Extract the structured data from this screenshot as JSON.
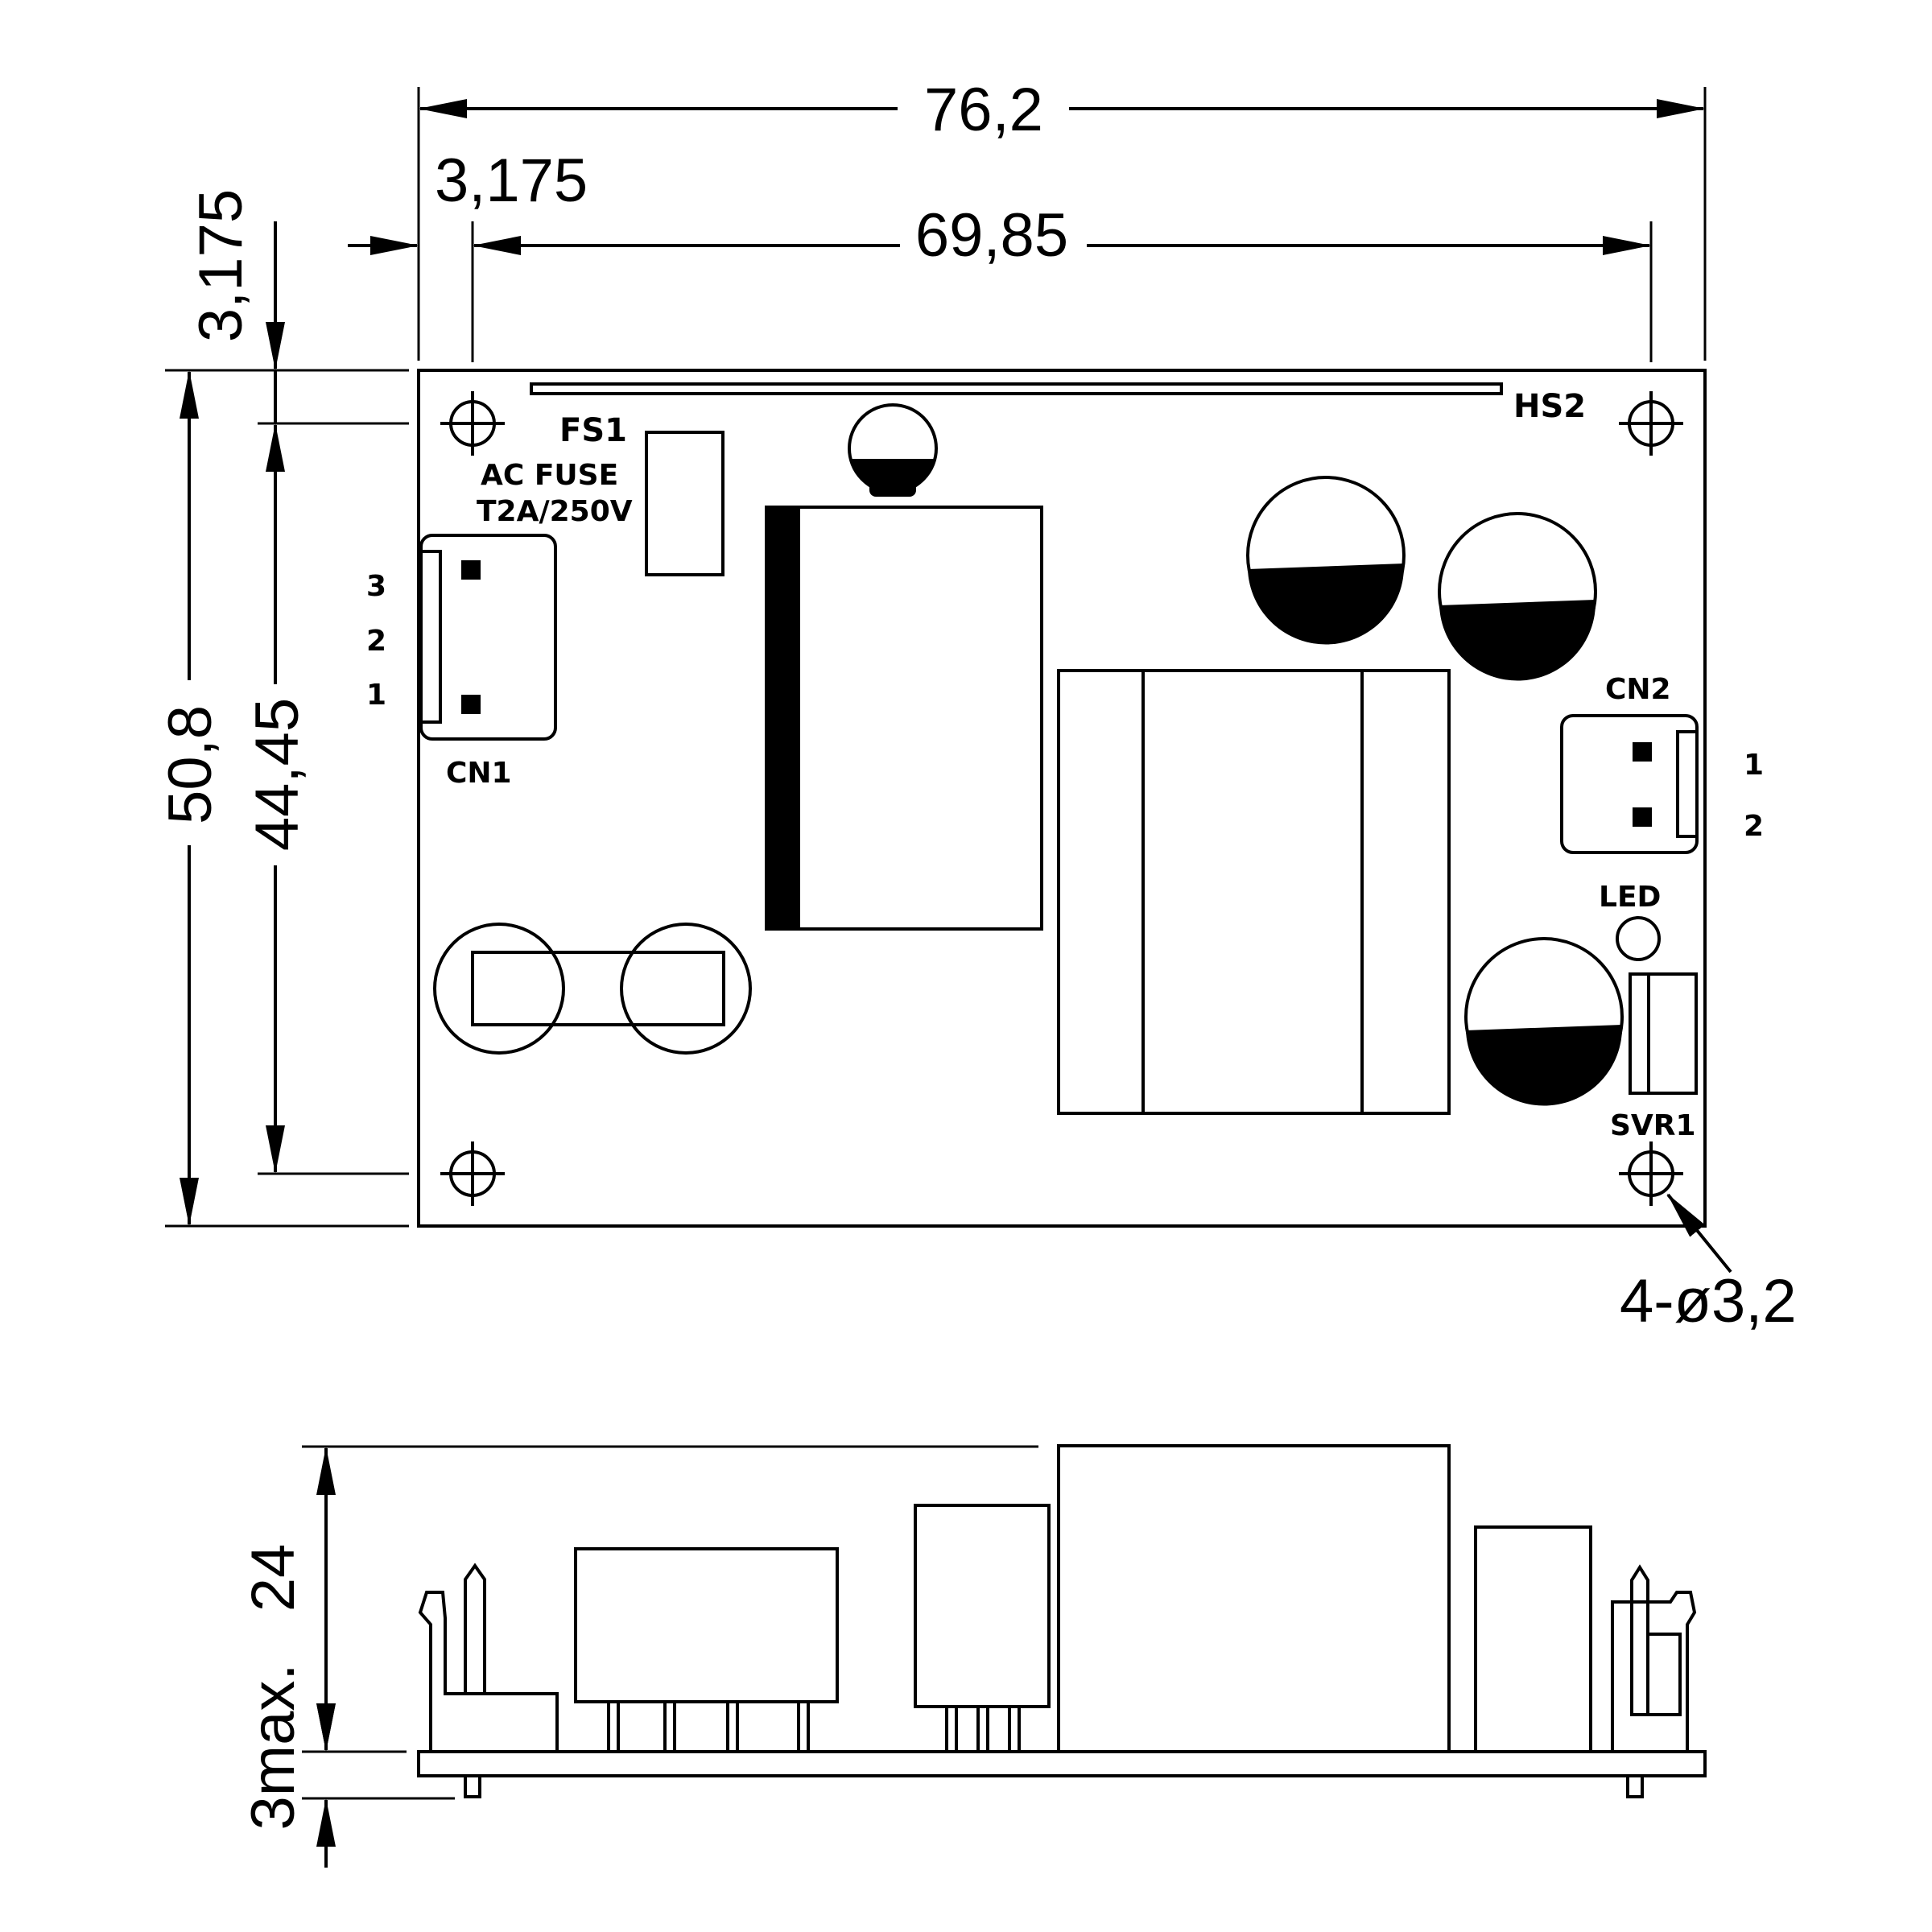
{
  "dimensions": {
    "overall_width": "76,2",
    "hole_offset_x": "3,175",
    "hole_spacing_x": "69,85",
    "hole_offset_y": "3,175",
    "overall_height": "50,8",
    "hole_spacing_y": "44,45",
    "mounting_holes": "4-ø3,2",
    "component_height": "24",
    "pin_protrusion": "3max."
  },
  "labels": {
    "fs1": "FS1",
    "ac_fuse": "AC FUSE",
    "fuse_rating": "T2A/250V",
    "hs2": "HS2",
    "cn1": "CN1",
    "cn1_pins": [
      "3",
      "2",
      "1"
    ],
    "cn2": "CN2",
    "cn2_pins": [
      "1",
      "2"
    ],
    "led": "LED",
    "svr1": "SVR1"
  }
}
